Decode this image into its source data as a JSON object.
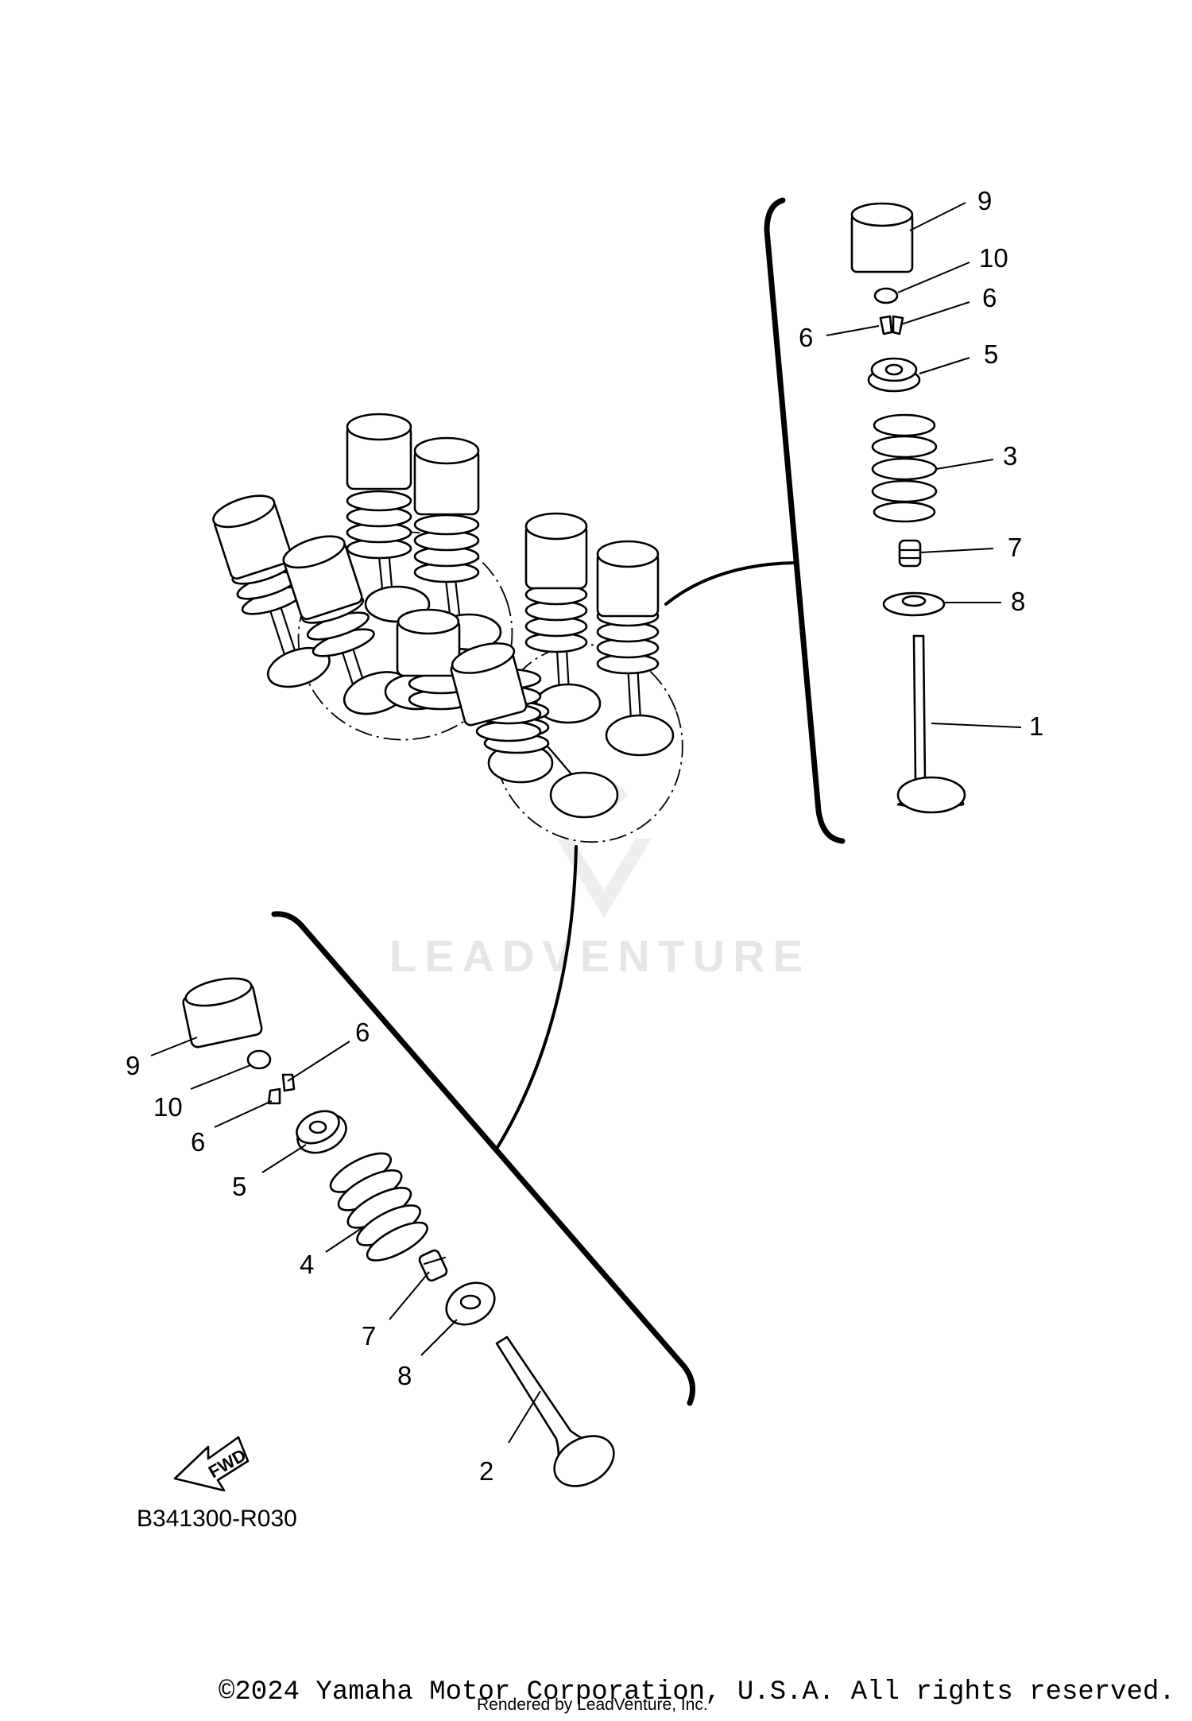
{
  "diagram": {
    "watermark": "LEADVENTURE",
    "figure_code": "B341300-R030",
    "fwd_label": "FWD",
    "upper_callouts": [
      "9",
      "10",
      "6",
      "6",
      "5",
      "3",
      "7",
      "8",
      "1"
    ],
    "lower_callouts": [
      "9",
      "6",
      "10",
      "6",
      "5",
      "4",
      "7",
      "8",
      "2"
    ]
  },
  "footer": {
    "copyright": "©2024 Yamaha Motor Corporation, U.S.A. All rights reserved.",
    "rendered_by": "Rendered by LeadVenture, Inc."
  }
}
